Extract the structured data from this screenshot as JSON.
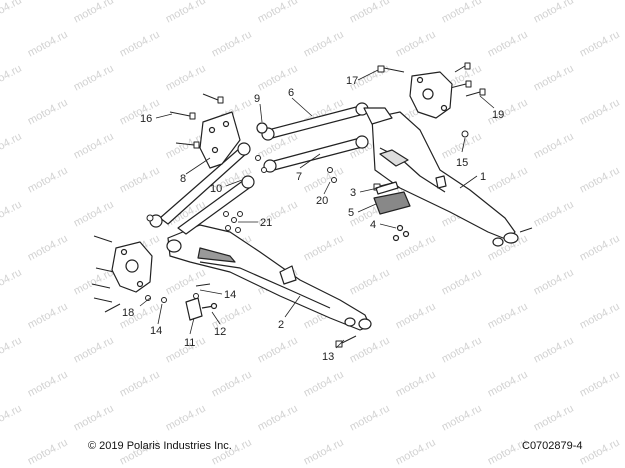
{
  "footer": {
    "copyright": "© 2019 Polaris Industries Inc.",
    "code": "C0702879-4"
  },
  "watermark": "moto4.ru",
  "callouts": [
    "1",
    "2",
    "3",
    "4",
    "5",
    "6",
    "7",
    "8",
    "9",
    "10",
    "11",
    "12",
    "13",
    "14",
    "14",
    "15",
    "16",
    "17",
    "18",
    "19",
    "20",
    "21"
  ]
}
